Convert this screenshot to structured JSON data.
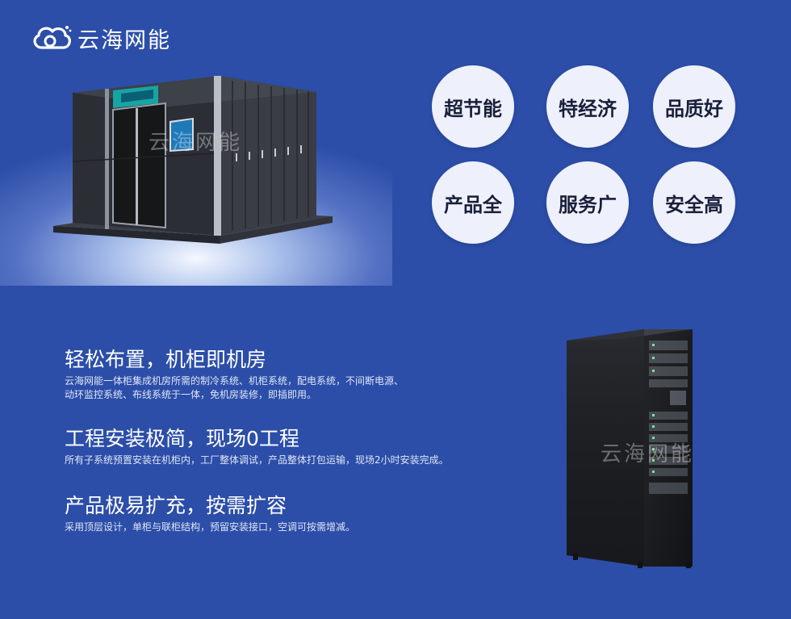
{
  "brand": {
    "name": "云海网能"
  },
  "watermarks": {
    "hero": "云海网能",
    "rack": "云海网能"
  },
  "badges": [
    "超节能",
    "特经济",
    "品质好",
    "产品全",
    "服务广",
    "安全高"
  ],
  "features": [
    {
      "title": "轻松布置，机柜即机房",
      "desc": "云海网能一体柜集成机房所需的制冷系统、机柜系统，配电系统，不间断电源、\n动环监控系统、布线系统于一体，免机房装修，即插即用。"
    },
    {
      "title": "工程安装极简，现场0工程",
      "desc": "所有子系统预置安装在机柜内，工厂整体调试，产品整体打包运输，现场2小时安装完成。"
    },
    {
      "title": "产品极易扩充，按需扩容",
      "desc": "采用顶层设计，单柜与联柜结构，预留安装接口，空调可按需增减。"
    }
  ],
  "colors": {
    "background": "#2c4ea8",
    "badge": "#eef0fb",
    "badge_text": "#1a1f3a"
  }
}
